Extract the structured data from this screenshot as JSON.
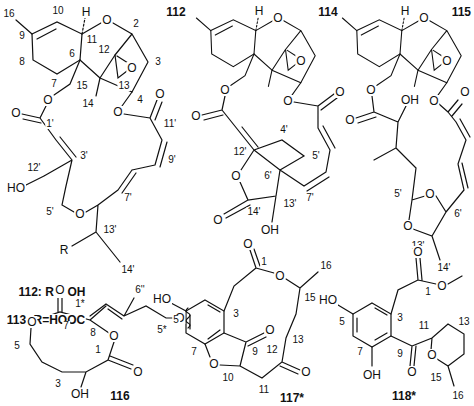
{
  "diagram": {
    "labels": [
      "16",
      "10",
      "H",
      "O",
      "2",
      "9",
      "11",
      "8",
      "6",
      "3",
      "12",
      "7",
      "O",
      "13",
      "15",
      "14",
      "4",
      "O",
      "O",
      "O",
      "1'",
      "O",
      "11'",
      "9'",
      "3'",
      "HO",
      "12'",
      "5'",
      "O",
      "7'",
      "R",
      "13'",
      "14'",
      "112: R = OH",
      "113: R=HOOC",
      "1*",
      "6''",
      "5*",
      "O",
      "112",
      "H",
      "O",
      "O",
      "O",
      "O",
      "O",
      "12'",
      "4'",
      "5'",
      "O",
      "14'",
      "O",
      "13'",
      "OH",
      "6'",
      "7'",
      "O",
      "114",
      "H",
      "O",
      "O",
      "O",
      "O",
      "O",
      "OH",
      "5'",
      "O",
      "O",
      "6'",
      "13'",
      "14'",
      "O",
      "115",
      "O",
      "7",
      "8",
      "O",
      "5",
      "3",
      "1",
      "O",
      "O",
      "OH",
      "116",
      "HO",
      "5",
      "3",
      "O",
      "1",
      "O",
      "15",
      "16",
      "13",
      "O",
      "12",
      "11",
      "O",
      "9",
      "O",
      "10",
      "7",
      "117*",
      "HO",
      "5",
      "3",
      "O",
      "1",
      "O",
      "7",
      "OH",
      "9",
      "O",
      "11",
      "O",
      "13",
      "15",
      "16",
      "118*"
    ]
  }
}
